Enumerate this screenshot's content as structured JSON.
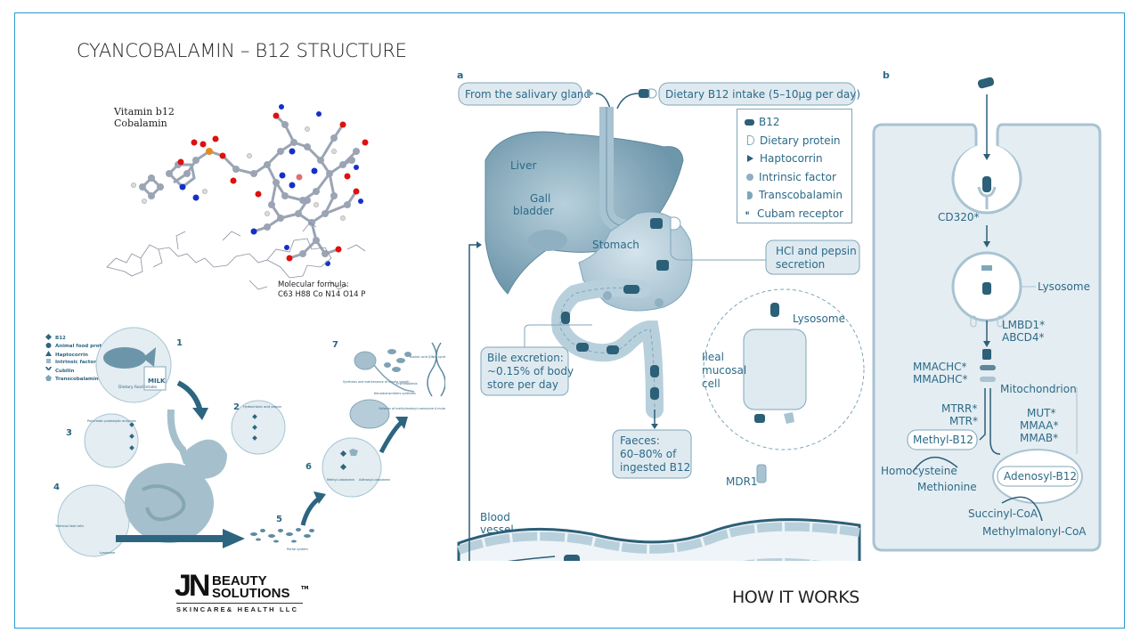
{
  "slide": {
    "title": "CYANCOBALAMIN – B12 STRUCTURE",
    "footer_title": "HOW IT WORKS",
    "frame_color": "#2a9bd0"
  },
  "structure": {
    "label_line1": "Vitamin b12",
    "label_line2": "Cobalamin",
    "formula_label": "Molecular formula:",
    "formula": "C63 H88 Co N14 O14 P"
  },
  "pathway_small": {
    "legend": [
      "B12",
      "Animal food proteins",
      "Haptocorrin",
      "Intrinsic factor",
      "Cubilin",
      "Transcobalamin"
    ],
    "steps": [
      {
        "num": "1",
        "text": "Dietary food intake",
        "extra": "MILK"
      },
      {
        "num": "2",
        "text": "Hydrochloric acid pepsin"
      },
      {
        "num": "3",
        "text": "Pancreatic proteolytic enzymes"
      },
      {
        "num": "4",
        "text": "Terminal ileal cells",
        "extra": "Lysosome"
      },
      {
        "num": "5",
        "text": "Portal system"
      },
      {
        "num": "6",
        "text": "Methyl-cobalamin",
        "extra": "Adenosyl-cobalamin"
      },
      {
        "num": "7",
        "items": [
          "Synthesis and maintenance of myelin sheath",
          "Erythropoiesis",
          "Neurotransmitters synthesis",
          "Nucleic acid (DNA) synthesis",
          "Cofactor of methylmalonyl-coenzyme A mutase and methionine-synthase"
        ]
      }
    ],
    "accent": "#2d6580"
  },
  "panel_a": {
    "letter": "a",
    "salivary": "From the salivary gland",
    "dietary": "Dietary B12 intake (5–10µg per day)",
    "legend": [
      "B12",
      "Dietary protein",
      "Haptocorrin",
      "Intrinsic factor",
      "Transcobalamin",
      "Cubam receptor"
    ],
    "liver": "Liver",
    "gall1": "Gall",
    "gall2": "bladder",
    "stomach": "Stomach",
    "hcl1": "HCl and pepsin",
    "hcl2": "secretion",
    "bile1": "Bile excretion:",
    "bile2": "~0.15% of body",
    "bile3": "store per day",
    "ileal1": "Ileal",
    "ileal2": "mucosal",
    "ileal3": "cell",
    "lysosome": "Lysosome",
    "mdr1": "MDR1",
    "faeces1": "Faeces:",
    "faeces2": "60–80% of",
    "faeces3": "ingested B12",
    "blood1": "Blood",
    "blood2": "vessel",
    "colors": {
      "dark": "#2c5f78",
      "mid": "#7fa6ba",
      "light": "#c9dde7",
      "text": "#2c6a88"
    }
  },
  "panel_b": {
    "letter": "b",
    "cd320": "CD320*",
    "lysosome": "Lysosome",
    "lmbd1": "LMBD1*",
    "abcd4": "ABCD4*",
    "mmachc": "MMACHC*",
    "mmadhc": "MMADHC*",
    "mito": "Mitochondrion",
    "mtrr": "MTRR*",
    "mtr": "MTR*",
    "mut": "MUT*",
    "mmaa": "MMAA*",
    "mmab": "MMAB*",
    "methyl": "Methyl-B12",
    "adenosyl": "Adenosyl-B12",
    "homocys": "Homocysteine",
    "methionine": "Methionine",
    "succinyl": "Succinyl-CoA",
    "methylmalonyl": "Methylmalonyl-CoA"
  },
  "logo": {
    "jn": "JN",
    "line1": "BEAUTY",
    "line2": "SOLUTIONS",
    "tm": "TM",
    "sub": "SKINCARE& HEALTH LLC"
  }
}
